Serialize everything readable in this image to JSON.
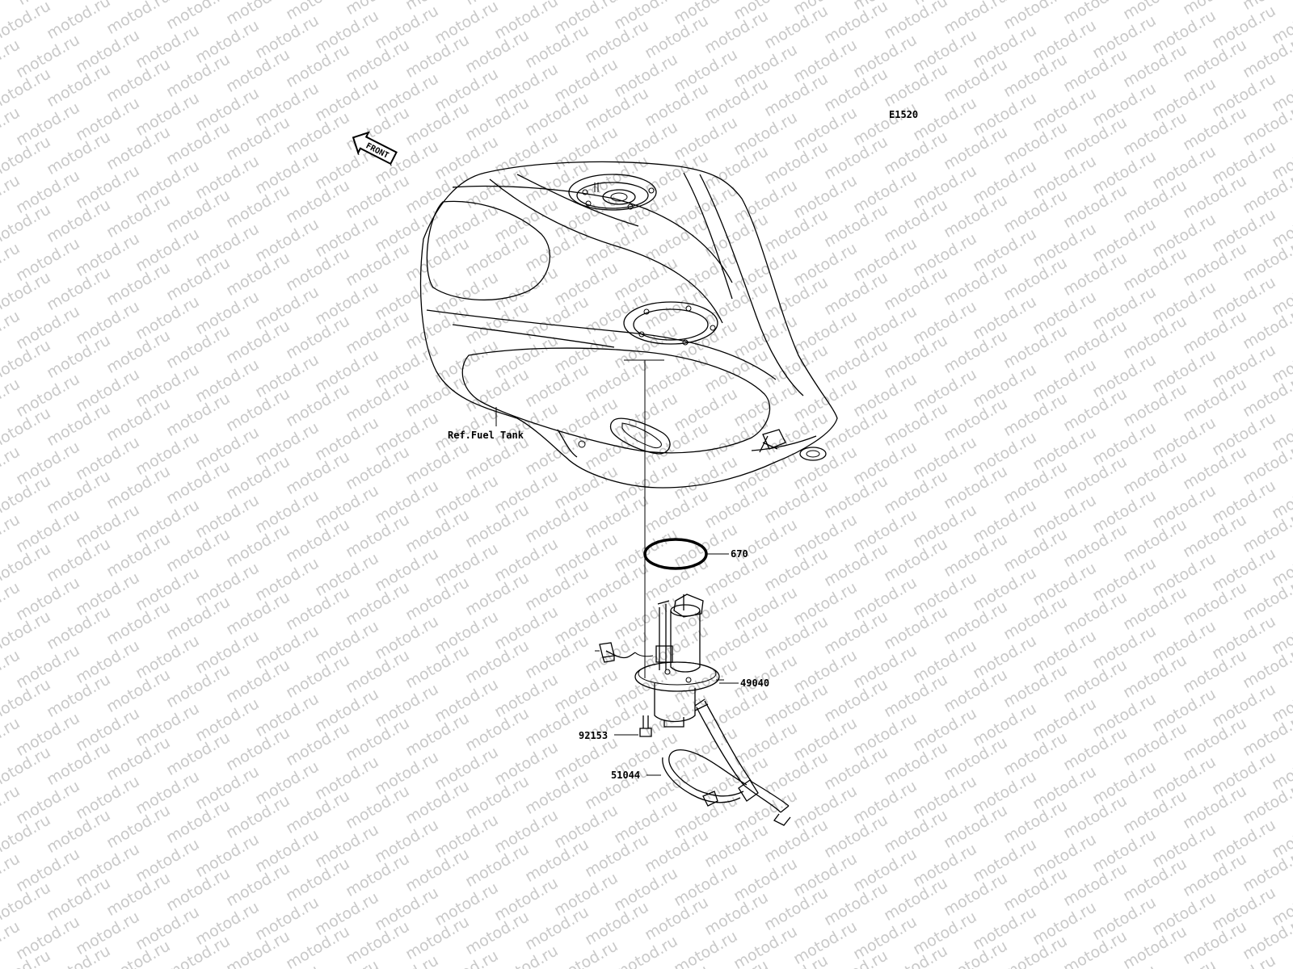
{
  "diagram_code": "E1520",
  "front_label": "FRONT",
  "watermark_text": "motod.ru",
  "labels": {
    "ref_fuel_tank": "Ref.Fuel Tank",
    "part_670": "670",
    "part_49040": "49040",
    "part_92153": "92153",
    "part_51044": "51044"
  }
}
